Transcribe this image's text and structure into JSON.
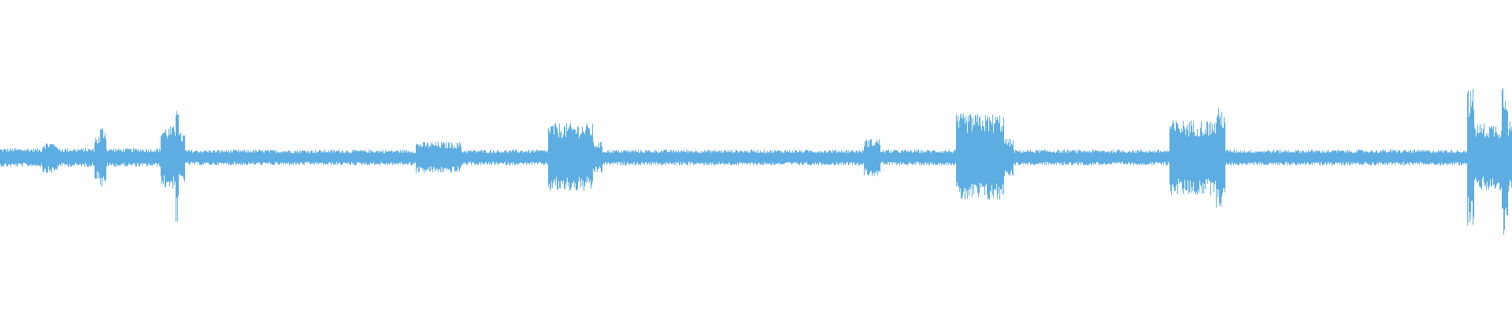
{
  "waveform": {
    "color": "#5DADE2",
    "background": "#FFFFFF",
    "baseline_amplitude": 0.025,
    "segments": [
      {
        "start": 0.0,
        "end": 0.028,
        "amplitude": 0.03
      },
      {
        "start": 0.028,
        "end": 0.038,
        "amplitude": 0.05
      },
      {
        "start": 0.038,
        "end": 0.062,
        "amplitude": 0.03
      },
      {
        "start": 0.062,
        "end": 0.066,
        "amplitude": 0.07
      },
      {
        "start": 0.066,
        "end": 0.07,
        "amplitude": 0.1
      },
      {
        "start": 0.07,
        "end": 0.106,
        "amplitude": 0.03
      },
      {
        "start": 0.106,
        "end": 0.116,
        "amplitude": 0.1
      },
      {
        "start": 0.116,
        "end": 0.118,
        "amplitude": 0.22
      },
      {
        "start": 0.118,
        "end": 0.122,
        "amplitude": 0.08
      },
      {
        "start": 0.122,
        "end": 0.275,
        "amplitude": 0.025
      },
      {
        "start": 0.275,
        "end": 0.305,
        "amplitude": 0.05
      },
      {
        "start": 0.305,
        "end": 0.362,
        "amplitude": 0.025
      },
      {
        "start": 0.362,
        "end": 0.392,
        "amplitude": 0.11
      },
      {
        "start": 0.392,
        "end": 0.398,
        "amplitude": 0.05
      },
      {
        "start": 0.398,
        "end": 0.571,
        "amplitude": 0.025
      },
      {
        "start": 0.571,
        "end": 0.582,
        "amplitude": 0.06
      },
      {
        "start": 0.582,
        "end": 0.632,
        "amplitude": 0.025
      },
      {
        "start": 0.632,
        "end": 0.664,
        "amplitude": 0.14
      },
      {
        "start": 0.664,
        "end": 0.67,
        "amplitude": 0.06
      },
      {
        "start": 0.67,
        "end": 0.773,
        "amplitude": 0.025
      },
      {
        "start": 0.773,
        "end": 0.804,
        "amplitude": 0.12
      },
      {
        "start": 0.804,
        "end": 0.81,
        "amplitude": 0.16
      },
      {
        "start": 0.81,
        "end": 0.97,
        "amplitude": 0.025
      },
      {
        "start": 0.97,
        "end": 0.975,
        "amplitude": 0.22
      },
      {
        "start": 0.975,
        "end": 0.993,
        "amplitude": 0.11
      },
      {
        "start": 0.993,
        "end": 0.997,
        "amplitude": 0.25
      },
      {
        "start": 0.997,
        "end": 1.0,
        "amplitude": 0.12
      }
    ]
  }
}
